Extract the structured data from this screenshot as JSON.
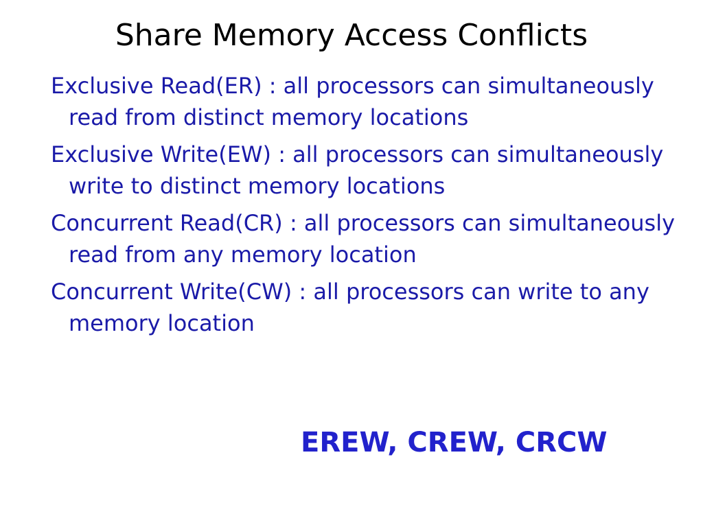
{
  "slide": {
    "title": "Share Memory Access Conflicts",
    "bullets": [
      "Exclusive Read(ER) : all processors can simultaneously read from distinct memory locations",
      "Exclusive Write(EW) : all processors can simultaneously write to distinct memory locations",
      "Concurrent Read(CR) : all processors can simultaneously read from any memory location",
      "Concurrent Write(CW) : all processors can write to any memory location"
    ],
    "summary": "EREW, CREW, CRCW"
  },
  "colors": {
    "title": "#000000",
    "bullet_text": "#1a1aa8",
    "summary_text": "#2222cc",
    "background": "#ffffff"
  }
}
